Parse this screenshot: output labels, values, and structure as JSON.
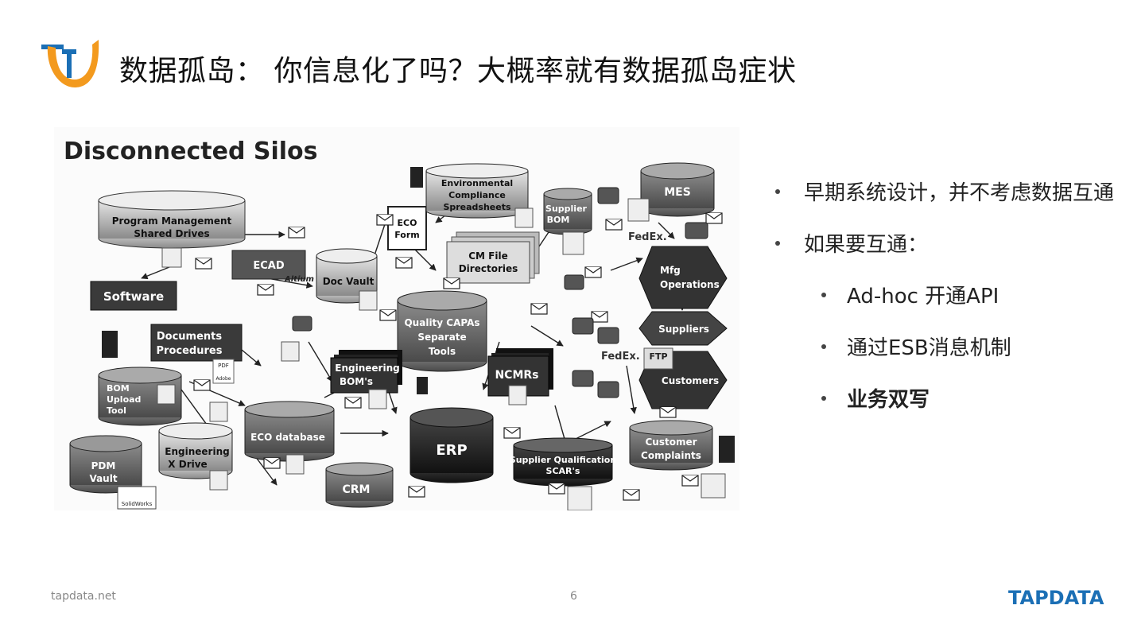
{
  "header": {
    "title": "数据孤岛： 你信息化了吗？大概率就有数据孤岛症状"
  },
  "diagram": {
    "heading": "Disconnected Silos",
    "nodes": {
      "program_management": "Program Management",
      "shared_drives": "Shared Drives",
      "ecad": "ECAD",
      "software": "Software",
      "documents": "Documents",
      "procedures": "Procedures",
      "bom_upload_1": "BOM",
      "bom_upload_2": "Upload",
      "bom_upload_3": "Tool",
      "pdm_1": "PDM",
      "pdm_2": "Vault",
      "eng_xdrive_1": "Engineering",
      "eng_xdrive_2": "X Drive",
      "eco_database": "ECO database",
      "crm": "CRM",
      "erp": "ERP",
      "doc_vault": "Doc Vault",
      "eco_form_1": "ECO",
      "eco_form_2": "Form",
      "env_1": "Environmental",
      "env_2": "Compliance",
      "env_3": "Spreadsheets",
      "cm_file_1": "CM File",
      "cm_file_2": "Directories",
      "quality_1": "Quality CAPAs",
      "quality_2": "Separate",
      "quality_3": "Tools",
      "eng_bom_1": "Engineering",
      "eng_bom_2": "BOM's",
      "ncmrs": "NCMRs",
      "supplier_bom_1": "Supplier",
      "supplier_bom_2": "BOM",
      "mes": "MES",
      "mfg_1": "Mfg",
      "mfg_2": "Operations",
      "suppliers": "Suppliers",
      "customers": "Customers",
      "cust_complaints_1": "Customer",
      "cust_complaints_2": "Complaints",
      "sq_1": "Supplier Qualification",
      "sq_2": "SCAR's",
      "fedex": "FedEx.",
      "fedex2": "FedEx.",
      "ftp": "FTP",
      "pdf": "PDF",
      "adobe": "Adobe",
      "solidworks": "SolidWorks",
      "altium": "Altium"
    }
  },
  "bullets": [
    {
      "level": 1,
      "text": "早期系统设计，并不考虑数据互通",
      "bold": false
    },
    {
      "level": 1,
      "text": "如果要互通：",
      "bold": false
    },
    {
      "level": 2,
      "text": "Ad-hoc 开通API",
      "bold": false
    },
    {
      "level": 2,
      "text": "通过ESB消息机制",
      "bold": false
    },
    {
      "level": 2,
      "text": "业务双写",
      "bold": true
    }
  ],
  "footer": {
    "site": "tapdata.net",
    "page": "6",
    "brand": "TAPDATA"
  },
  "colors": {
    "brand_orange": "#f39a1e",
    "brand_blue": "#1b6fb5",
    "text": "#222222"
  }
}
